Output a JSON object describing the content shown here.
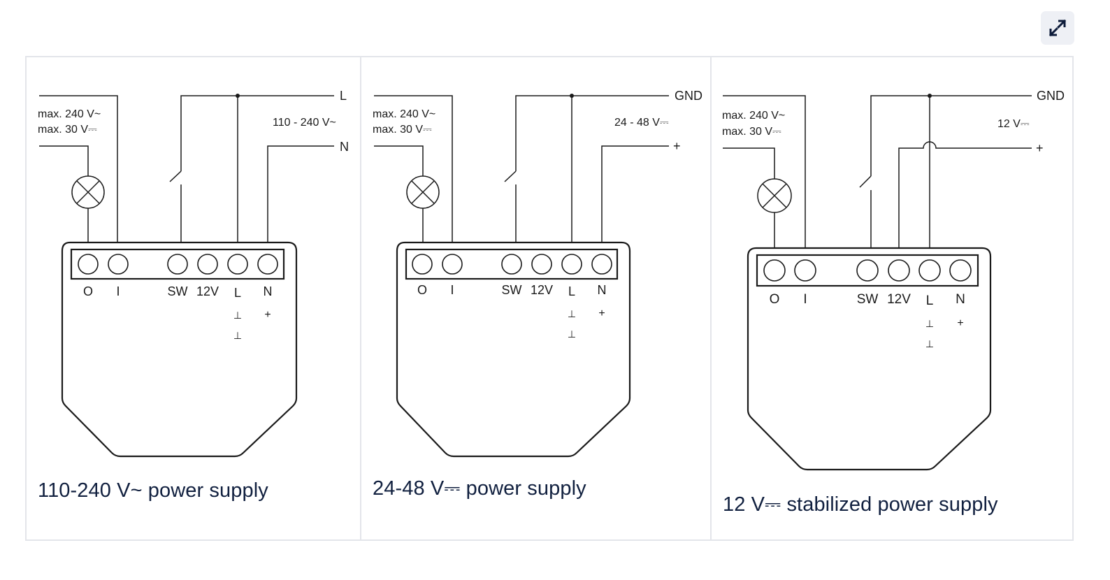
{
  "toolbar": {
    "expand_icon": "expand-arrows-icon"
  },
  "colors": {
    "caption": "#11203f",
    "border": "#e3e5ea",
    "button_bg": "#eef0f5",
    "line": "#1a1a1a"
  },
  "diagrams": [
    {
      "load_label_1": "max. 240 V~",
      "load_label_2": "max. 30 V⎓",
      "supply_label": "110 - 240 V~",
      "line_top": "L",
      "line_bottom": "N",
      "terminals": [
        "O",
        "I",
        "SW",
        "12V",
        "L",
        "N"
      ],
      "l_symbol": "⊥",
      "n_symbol": "+",
      "caption": "110-240 V~ power supply"
    },
    {
      "load_label_1": "max. 240 V~",
      "load_label_2": "max. 30 V⎓",
      "supply_label": "24 - 48 V⎓",
      "line_top": "GND",
      "line_bottom": "+",
      "terminals": [
        "O",
        "I",
        "SW",
        "12V",
        "L",
        "N"
      ],
      "l_symbol": "⊥",
      "n_symbol": "+",
      "caption": "24-48 V⎓ power supply"
    },
    {
      "load_label_1": "max. 240 V~",
      "load_label_2": "max. 30 V⎓",
      "supply_label": "12 V⎓",
      "line_top": "GND",
      "line_bottom": "+",
      "terminals": [
        "O",
        "I",
        "SW",
        "12V",
        "L",
        "N"
      ],
      "l_symbol": "⊥",
      "n_symbol": "+",
      "caption": "12 V⎓ stabilized power supply"
    }
  ]
}
